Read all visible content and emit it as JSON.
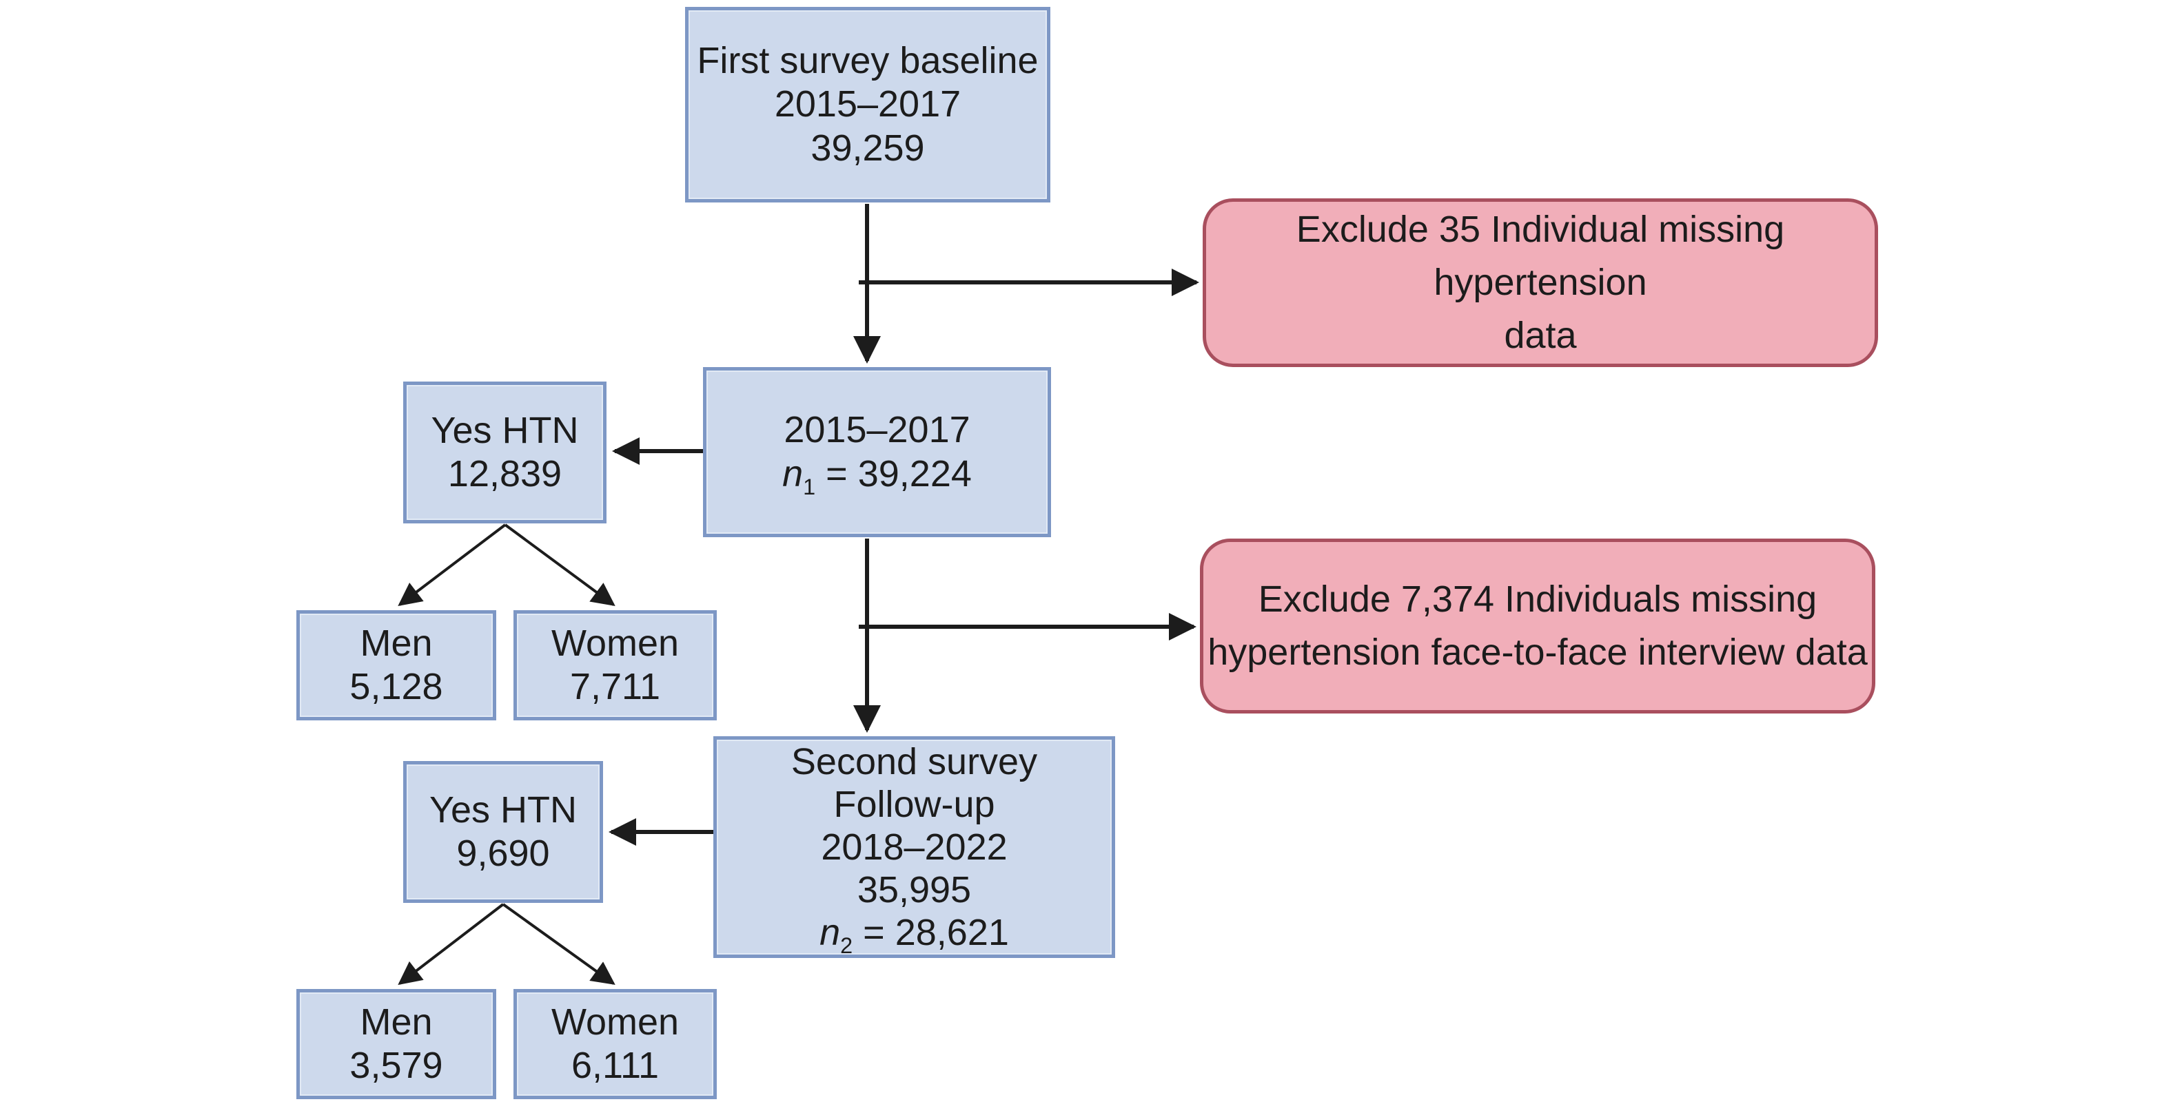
{
  "figure": {
    "type": "study-flow-diagram",
    "background": "#ffffff"
  },
  "colors": {
    "cohort_box_fill": "#cdd9ec",
    "cohort_box_border": "#7d97c5",
    "exclude_box_fill": "#f1aeb9",
    "exclude_box_border": "#a94f5e",
    "arrow": "#1c1c1c",
    "text": "#1c1c1c"
  },
  "boxes": {
    "first_survey": {
      "lines": [
        "First survey baseline",
        "2015–2017",
        "39,259"
      ]
    },
    "cohort_2015": {
      "line1": "2015–2017",
      "n_prefix": "n",
      "n_sub": "1",
      "n_rest": " = 39,224"
    },
    "yes_htn_1": {
      "lines": [
        "Yes HTN",
        "12,839"
      ]
    },
    "men_1": {
      "lines": [
        "Men",
        "5,128"
      ]
    },
    "women_1": {
      "lines": [
        "Women",
        "7,711"
      ]
    },
    "second_survey": {
      "lines": [
        "Second survey",
        "Follow-up",
        "2018–2022",
        "35,995"
      ],
      "n_prefix": "n",
      "n_sub": "2",
      "n_rest": " = 28,621"
    },
    "yes_htn_2": {
      "lines": [
        "Yes HTN",
        "9,690"
      ]
    },
    "men_2": {
      "lines": [
        "Men",
        "3,579"
      ]
    },
    "women_2": {
      "lines": [
        "Women",
        "6,111"
      ]
    }
  },
  "exclusions": {
    "exclude_1": {
      "lines": [
        "Exclude 35 Individual missing hypertension",
        "data"
      ]
    },
    "exclude_2": {
      "lines": [
        "Exclude 7,374 Individuals missing",
        "hypertension face-to-face interview data"
      ]
    }
  }
}
